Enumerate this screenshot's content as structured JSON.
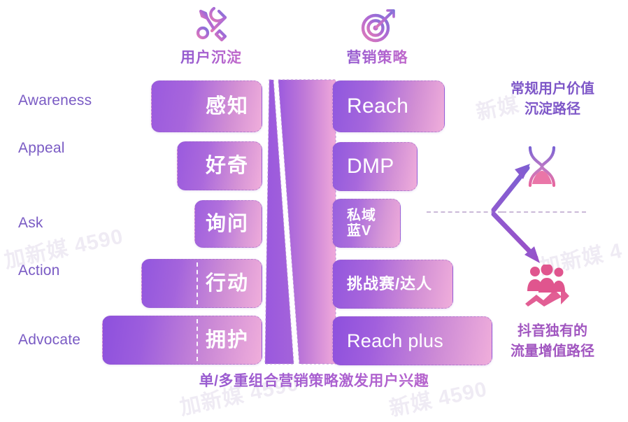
{
  "watermarks": [
    "加新媒 4590",
    "加新媒 4",
    "加新媒 4590",
    "新媒 4590",
    "新媒"
  ],
  "headers": {
    "left": {
      "icon": "wrench-screwdriver-icon",
      "label": "用户沉淀"
    },
    "right": {
      "icon": "target-dart-icon",
      "label": "营销策略"
    }
  },
  "stages": [
    {
      "label": "Awareness"
    },
    {
      "label": "Appeal"
    },
    {
      "label": "Ask"
    },
    {
      "label": "Action"
    },
    {
      "label": "Advocate"
    }
  ],
  "left_bars": [
    {
      "label": "感知",
      "split": false
    },
    {
      "label": "好奇",
      "split": false
    },
    {
      "label": "询问",
      "split": false
    },
    {
      "label": "行动",
      "split": true
    },
    {
      "label": "拥护",
      "split": true
    }
  ],
  "right_bars": [
    {
      "label": "Reach",
      "line2": ""
    },
    {
      "label": "DMP",
      "line2": ""
    },
    {
      "label": "私域",
      "line2": "蓝V"
    },
    {
      "label": "挑战赛/达人",
      "line2": ""
    },
    {
      "label": "Reach plus",
      "line2": ""
    }
  ],
  "annotations": {
    "top": {
      "line1": "常规用户价值",
      "line2": "沉淀路径"
    },
    "bottom": {
      "line1": "抖音独有的",
      "line2": "流量增值路径"
    },
    "hourglass_icon": "hourglass-icon",
    "growth_icon": "people-growth-icon"
  },
  "caption": "单/多重组合营销策略激发用户兴趣",
  "colors": {
    "purple": "#9a5fd8",
    "pink": "#eda3d6",
    "label_purple": "#7a5bc4",
    "annot_purple": "#7e57c8",
    "annot_pink": "#a156c0"
  }
}
